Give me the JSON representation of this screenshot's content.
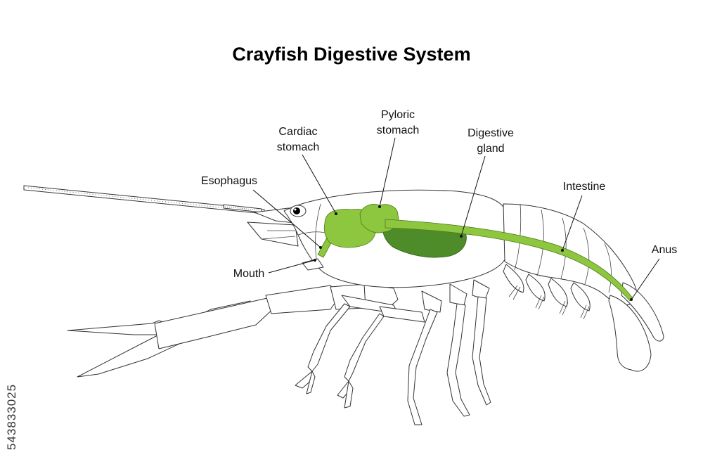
{
  "title": "Crayfish Digestive System",
  "labels": {
    "cardiac_stomach": [
      "Cardiac",
      "stomach"
    ],
    "pyloric_stomach": [
      "Pyloric",
      "stomach"
    ],
    "digestive_gland": [
      "Digestive",
      "gland"
    ],
    "esophagus": "Esophagus",
    "intestine": "Intestine",
    "mouth": "Mouth",
    "anus": "Anus"
  },
  "stock_id": "543833025",
  "colors": {
    "digestive_tract": "#8dc63f",
    "digestive_gland": "#4e8c2a",
    "outline": "#333333"
  }
}
